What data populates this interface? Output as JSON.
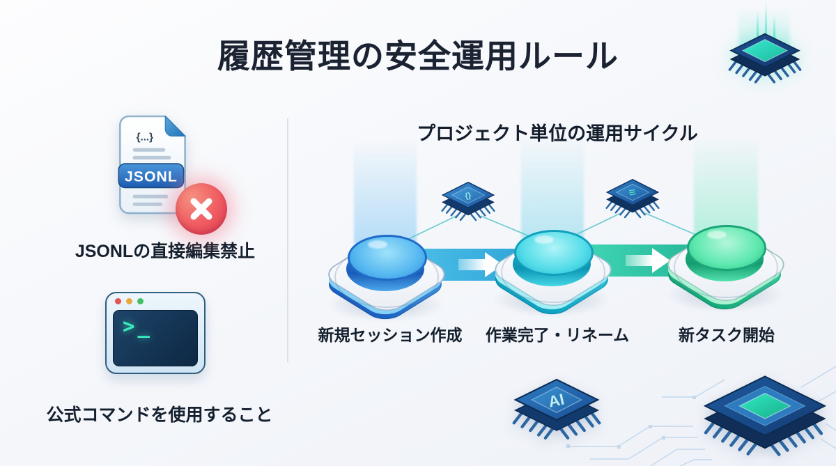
{
  "title": "履歴管理の安全運用ルール",
  "left_panel": {
    "rule_jsonl": {
      "label": "JSONLの直接編集禁止",
      "file_glyph": "{...}",
      "badge": "JSONL"
    },
    "rule_command": {
      "label": "公式コマンドを使用すること",
      "prompt": ">_"
    }
  },
  "right_panel": {
    "heading": "プロジェクト単位の運用サイクル",
    "steps": [
      {
        "label": "新規セッション作成",
        "color": "#3f9be6"
      },
      {
        "label": "作業完了・リネーム",
        "color": "#2fd0de"
      },
      {
        "label": "新タスク開始",
        "color": "#3fd49a"
      }
    ],
    "flow_chips": [
      {
        "name": "code-chip",
        "glyph": "{}"
      },
      {
        "name": "list-chip",
        "glyph": "≡"
      }
    ]
  },
  "decor": {
    "ai_chip_label": "AI"
  },
  "colors": {
    "background": "#f3f5f9",
    "title_text": "#1b2232",
    "band_blue": "#38aede",
    "band_green": "#2ec4a5",
    "prohibit_red": "#e6485e",
    "terminal_prompt": "#3cecbe",
    "chip_blue": "#2f80c6"
  }
}
